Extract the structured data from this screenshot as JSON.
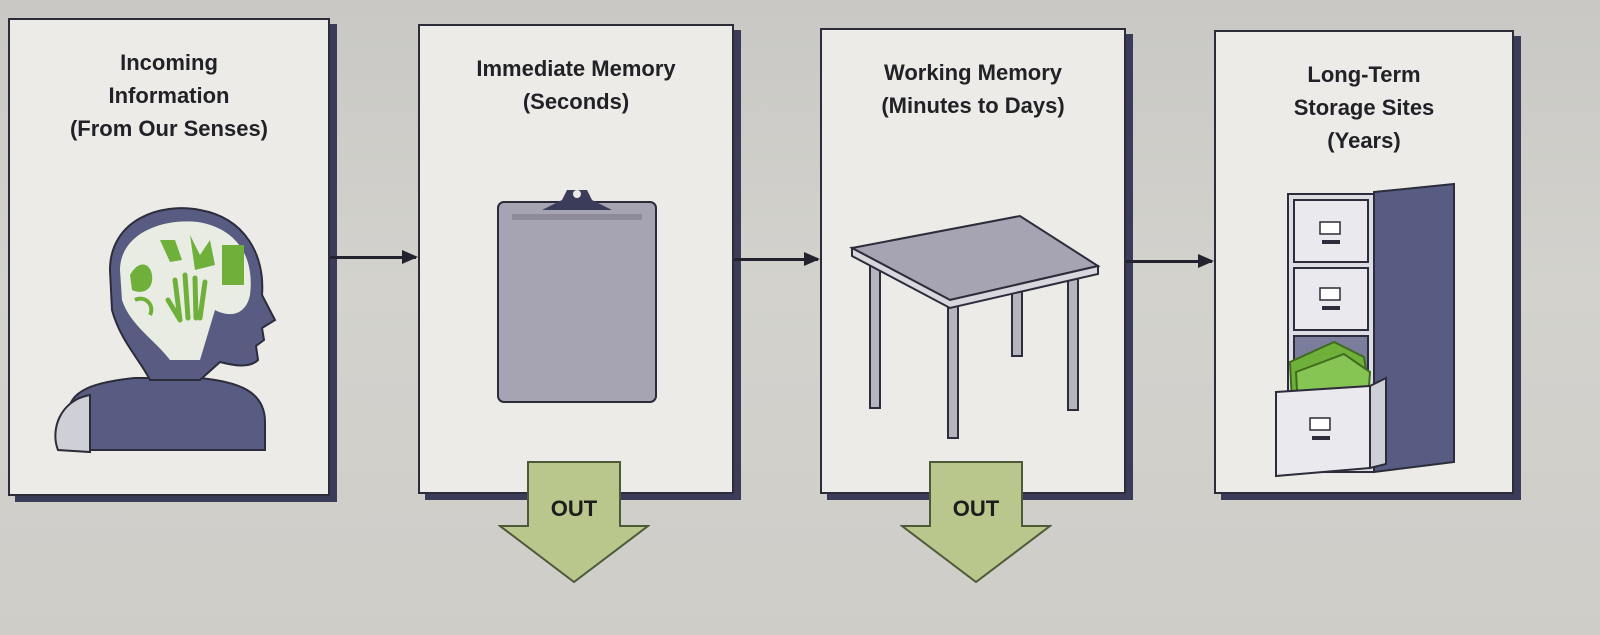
{
  "stages": [
    {
      "title": "Incoming\nInformation\n(From Our Senses)",
      "icon": "head-brain-icon"
    },
    {
      "title": "Immediate Memory\n(Seconds)",
      "icon": "clipboard-icon"
    },
    {
      "title": "Working Memory\n(Minutes to Days)",
      "icon": "table-icon"
    },
    {
      "title": "Long-Term\nStorage Sites\n(Years)",
      "icon": "file-cabinet-icon"
    }
  ],
  "outputs": [
    {
      "label": "OUT"
    },
    {
      "label": "OUT"
    }
  ],
  "colors": {
    "box_fill": "#ecebe8",
    "border": "#2c2c3a",
    "shadow": "#3b3b5a",
    "out_arrow": "#b9c78d",
    "brain_green": "#6fb03a",
    "head": "#585c82"
  }
}
